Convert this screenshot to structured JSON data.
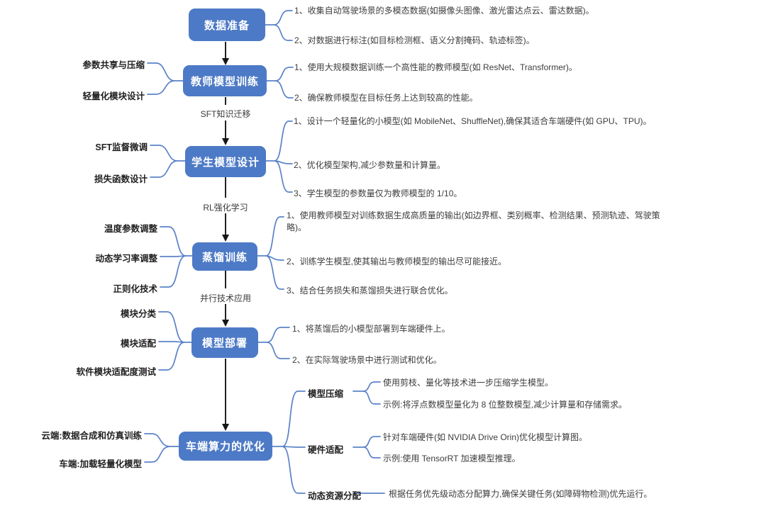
{
  "colors": {
    "node_bg": "#4d7ac6",
    "node_text": "#ffffff",
    "connector_blue": "#5b82c8",
    "arrow_black": "#161616",
    "text_dark": "#3d3d3d",
    "label_dark": "#1f1f1f",
    "background": "#ffffff"
  },
  "nodes": [
    {
      "id": "data-preparation",
      "label": "数据准备"
    },
    {
      "id": "teacher-model-training",
      "label": "教师模型训练"
    },
    {
      "id": "student-model-design",
      "label": "学生模型设计"
    },
    {
      "id": "distillation-training",
      "label": "蒸馏训练"
    },
    {
      "id": "model-deployment",
      "label": "模型部署"
    },
    {
      "id": "edge-compute-optimization",
      "label": "车端算力的优化"
    }
  ],
  "edge_labels": [
    {
      "label": "SFT知识迁移"
    },
    {
      "label": "RL强化学习"
    },
    {
      "label": "并行技术应用"
    }
  ],
  "left_groups": [
    {
      "target": "教师模型训练",
      "items": [
        "参数共享与压缩",
        "轻量化模块设计"
      ]
    },
    {
      "target": "学生模型设计",
      "items": [
        "SFT监督微调",
        "损失函数设计"
      ]
    },
    {
      "target": "蒸馏训练",
      "items": [
        "温度参数调整",
        "动态学习率调整",
        "正则化技术"
      ]
    },
    {
      "target": "模型部署",
      "items": [
        "模块分类",
        "模块适配",
        "软件模块适配度测试"
      ]
    },
    {
      "target": "车端算力的优化",
      "items": [
        "云端:数据合成和仿真训练",
        "车端:加载轻量化模型"
      ]
    }
  ],
  "right_groups": [
    {
      "source": "数据准备",
      "items": [
        "1、收集自动驾驶场景的多模态数据(如摄像头图像、激光雷达点云、雷达数据)。",
        "2、对数据进行标注(如目标检测框、语义分割掩码、轨迹标签)。"
      ]
    },
    {
      "source": "教师模型训练",
      "items": [
        "1、使用大规模数据训练一个高性能的教师模型(如 ResNet、Transformer)。",
        "2、确保教师模型在目标任务上达到较高的性能。"
      ]
    },
    {
      "source": "学生模型设计",
      "items": [
        "1、设计一个轻量化的小模型(如 MobileNet、ShuffleNet),确保其适合车端硬件(如 GPU、TPU)。",
        "2、优化模型架构,减少参数量和计算量。",
        "3、学生模型的参数量仅为教师模型的 1/10。"
      ]
    },
    {
      "source": "蒸馏训练",
      "items": [
        "1、使用教师模型对训练数据生成高质量的输出(如边界框、类别概率、检测结果、预测轨迹、驾驶策略)。",
        "2、训练学生模型,使其输出与教师模型的输出尽可能接近。",
        "3、结合任务损失和蒸馏损失进行联合优化。"
      ]
    },
    {
      "source": "模型部署",
      "items": [
        "1、将蒸馏后的小模型部署到车端硬件上。",
        "2、在实际驾驶场景中进行测试和优化。"
      ]
    }
  ],
  "sub_branches": [
    {
      "label": "模型压缩",
      "items": [
        "使用剪枝、量化等技术进一步压缩学生模型。",
        "示例:将浮点数模型量化为 8 位整数模型,减少计算量和存储需求。"
      ]
    },
    {
      "label": "硬件适配",
      "items": [
        "针对车端硬件(如 NVIDIA Drive Orin)优化模型计算图。",
        "示例:使用 TensorRT 加速模型推理。"
      ]
    },
    {
      "label": "动态资源分配",
      "items": [
        "根据任务优先级动态分配算力,确保关键任务(如障碍物检测)优先运行。"
      ]
    }
  ]
}
